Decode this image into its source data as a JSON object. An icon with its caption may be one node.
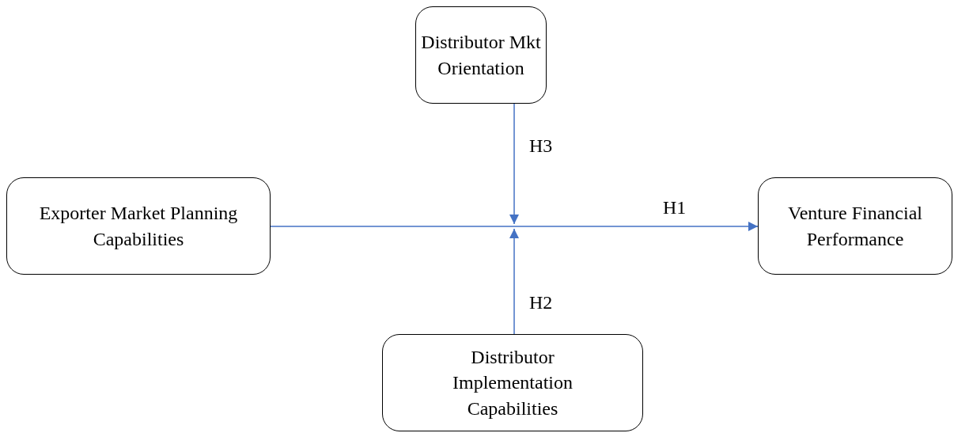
{
  "diagram": {
    "nodes": [
      {
        "text": [
          "Distributor Mkt Orientation"
        ]
      },
      {
        "text": [
          "Exporter Market Planning Capabilities"
        ]
      },
      {
        "text": [
          "Venture Financial Performance"
        ]
      },
      {
        "text": [
          "Distributor Implementation Capabilities"
        ]
      }
    ],
    "edges": [
      {
        "from": 1,
        "to": 2,
        "arrow": "to",
        "label": "H1"
      },
      {
        "from": 0,
        "to": null,
        "arrow": "to",
        "label": "H3"
      },
      {
        "from": 3,
        "to": null,
        "arrow": "to",
        "label": "H2"
      }
    ]
  }
}
